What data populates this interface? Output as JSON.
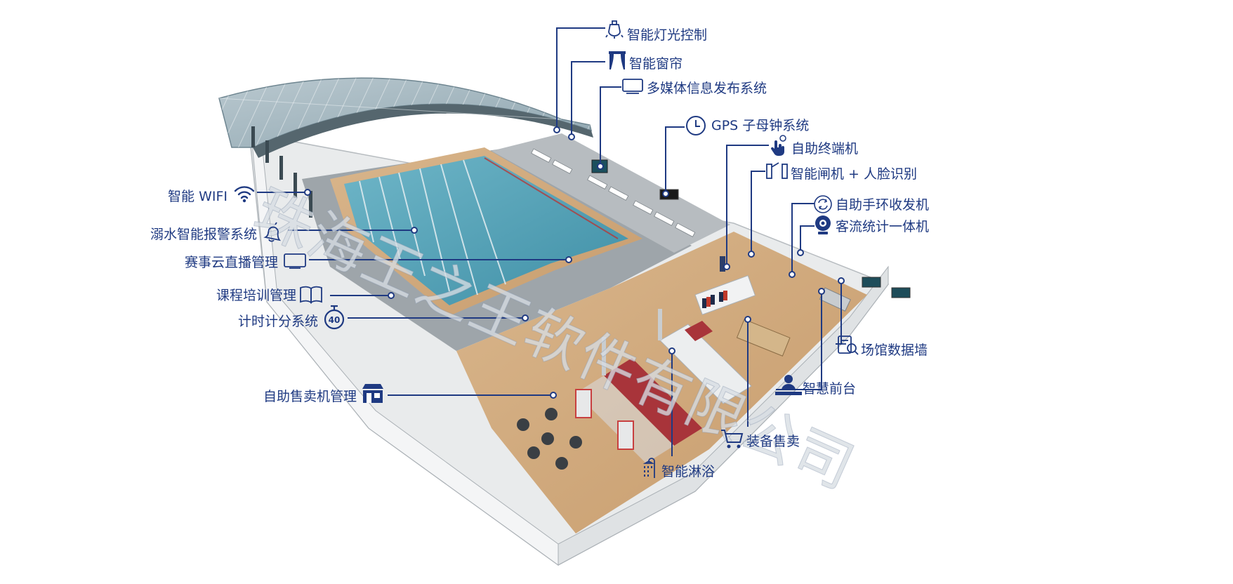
{
  "watermark": "珠海王之王软件有限公司",
  "accent_color": "#1f3a82",
  "labels": {
    "lighting": "智能灯光控制",
    "curtain": "智能窗帘",
    "multimedia": "多媒体信息发布系统",
    "gps_clock": "GPS 子母钟系统",
    "self_terminal": "自助终端机",
    "gate_face": "智能闸机 + 人脸识别",
    "wristband": "自助手环收发机",
    "passenger_flow": "客流统计一体机",
    "data_wall": "场馆数据墙",
    "front_desk": "智慧前台",
    "equipment_sale": "装备售卖",
    "shower": "智能淋浴",
    "vending": "自助售卖机管理",
    "timing": "计时计分系统",
    "course": "课程培训管理",
    "live_stream": "赛事云直播管理",
    "drowning_alarm": "溺水智能报警系统",
    "wifi": "智能 WIFI"
  },
  "icons": {
    "lighting": "light-bulb-icon",
    "curtain": "curtain-icon",
    "multimedia": "monitor-icon",
    "gps_clock": "clock-icon",
    "self_terminal": "touch-hand-icon",
    "gate_face": "gate-icon",
    "wristband": "sync-icon",
    "passenger_flow": "camera-icon",
    "data_wall": "data-report-icon",
    "front_desk": "receptionist-icon",
    "equipment_sale": "cart-icon",
    "shower": "shower-icon",
    "vending": "shop-icon",
    "timing": "stopwatch-icon",
    "course": "book-icon",
    "live_stream": "screen-icon",
    "drowning_alarm": "bell-icon",
    "wifi": "wifi-icon"
  },
  "stopwatch_text": "40"
}
